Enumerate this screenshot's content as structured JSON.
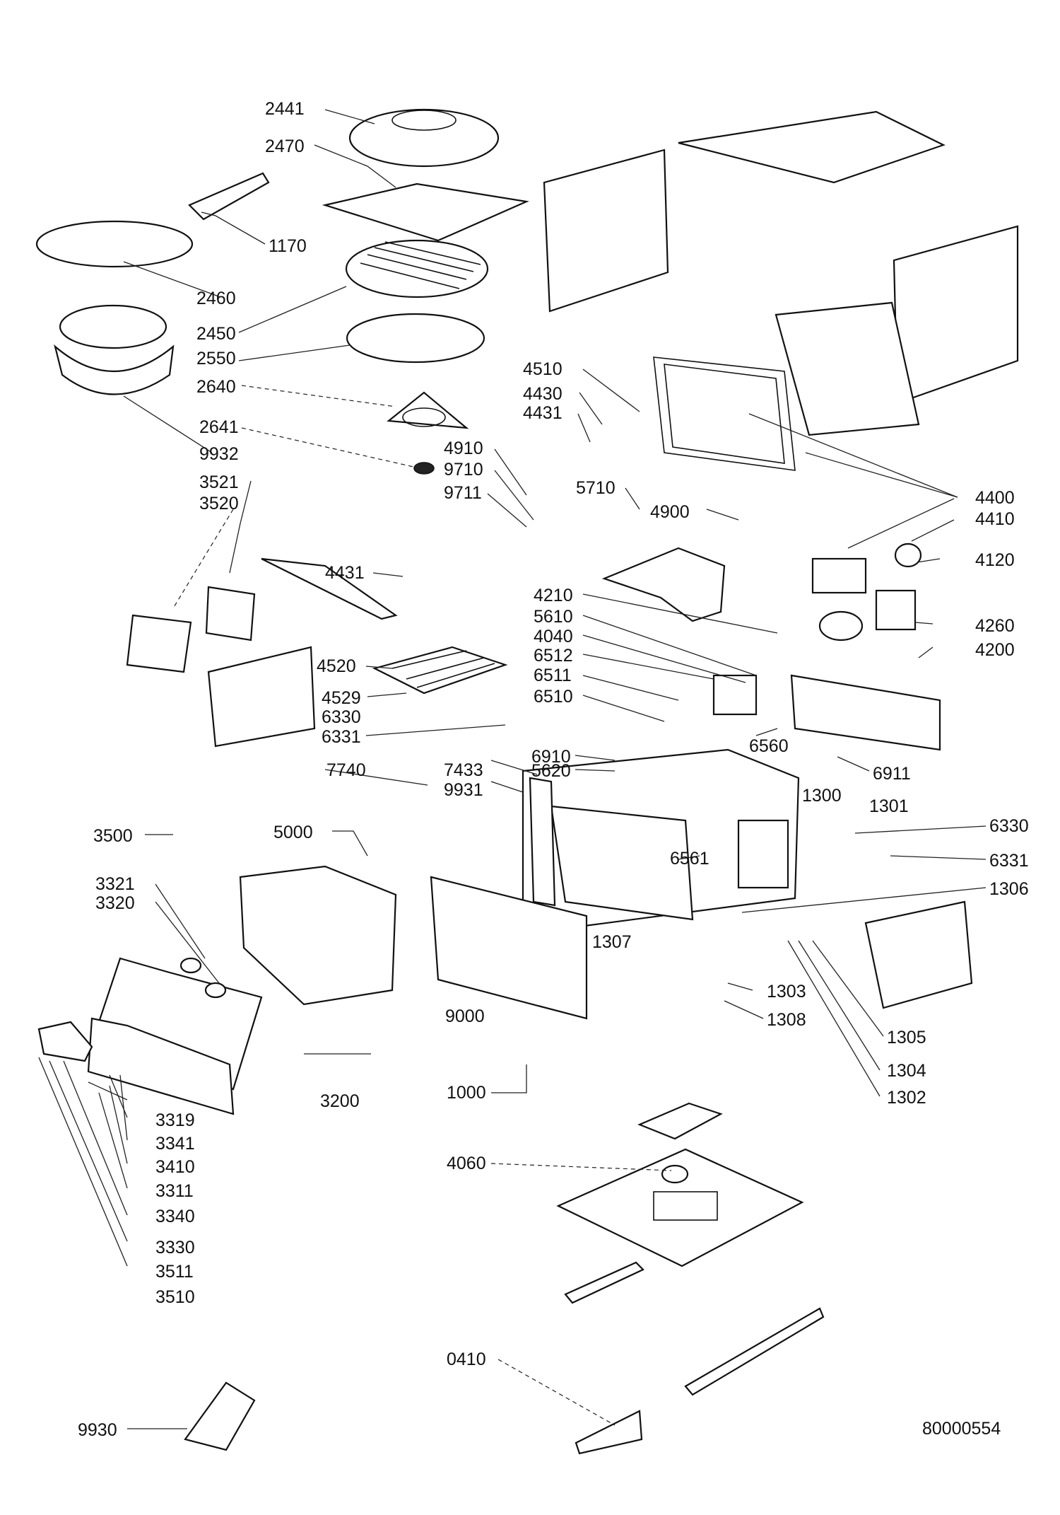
{
  "diagram_id": "80000554",
  "labels": [
    {
      "id": "2441",
      "text": "2441"
    },
    {
      "id": "2470",
      "text": "2470"
    },
    {
      "id": "1170",
      "text": "1170"
    },
    {
      "id": "2460",
      "text": "2460"
    },
    {
      "id": "2450",
      "text": "2450"
    },
    {
      "id": "2550",
      "text": "2550"
    },
    {
      "id": "2640",
      "text": "2640"
    },
    {
      "id": "2641",
      "text": "2641"
    },
    {
      "id": "9932",
      "text": "9932"
    },
    {
      "id": "3521",
      "text": "3521"
    },
    {
      "id": "3520",
      "text": "3520"
    },
    {
      "id": "4431a",
      "text": "4431"
    },
    {
      "id": "4520",
      "text": "4520"
    },
    {
      "id": "4529",
      "text": "4529"
    },
    {
      "id": "6330a",
      "text": "6330"
    },
    {
      "id": "6331a",
      "text": "6331"
    },
    {
      "id": "7740",
      "text": "7740"
    },
    {
      "id": "5000",
      "text": "5000"
    },
    {
      "id": "3500",
      "text": "3500"
    },
    {
      "id": "3321",
      "text": "3321"
    },
    {
      "id": "3320",
      "text": "3320"
    },
    {
      "id": "3200",
      "text": "3200"
    },
    {
      "id": "3319",
      "text": "3319"
    },
    {
      "id": "3341",
      "text": "3341"
    },
    {
      "id": "3410",
      "text": "3410"
    },
    {
      "id": "3311",
      "text": "3311"
    },
    {
      "id": "3340",
      "text": "3340"
    },
    {
      "id": "3330",
      "text": "3330"
    },
    {
      "id": "3511",
      "text": "3511"
    },
    {
      "id": "3510",
      "text": "3510"
    },
    {
      "id": "9930",
      "text": "9930"
    },
    {
      "id": "4510",
      "text": "4510"
    },
    {
      "id": "4430",
      "text": "4430"
    },
    {
      "id": "4431b",
      "text": "4431"
    },
    {
      "id": "4910",
      "text": "4910"
    },
    {
      "id": "9710",
      "text": "9710"
    },
    {
      "id": "9711",
      "text": "9711"
    },
    {
      "id": "5710",
      "text": "5710"
    },
    {
      "id": "4900",
      "text": "4900"
    },
    {
      "id": "4400",
      "text": "4400"
    },
    {
      "id": "4410",
      "text": "4410"
    },
    {
      "id": "4120",
      "text": "4120"
    },
    {
      "id": "4210",
      "text": "4210"
    },
    {
      "id": "5610",
      "text": "5610"
    },
    {
      "id": "4040",
      "text": "4040"
    },
    {
      "id": "6512",
      "text": "6512"
    },
    {
      "id": "6511",
      "text": "6511"
    },
    {
      "id": "6510",
      "text": "6510"
    },
    {
      "id": "4260",
      "text": "4260"
    },
    {
      "id": "4200",
      "text": "4200"
    },
    {
      "id": "6560",
      "text": "6560"
    },
    {
      "id": "6910",
      "text": "6910"
    },
    {
      "id": "5620",
      "text": "5620"
    },
    {
      "id": "7433",
      "text": "7433"
    },
    {
      "id": "9931",
      "text": "9931"
    },
    {
      "id": "6911",
      "text": "6911"
    },
    {
      "id": "1300",
      "text": "1300"
    },
    {
      "id": "1301",
      "text": "1301"
    },
    {
      "id": "6330b",
      "text": "6330"
    },
    {
      "id": "6331b",
      "text": "6331"
    },
    {
      "id": "1306",
      "text": "1306"
    },
    {
      "id": "6561",
      "text": "6561"
    },
    {
      "id": "1307",
      "text": "1307"
    },
    {
      "id": "9000",
      "text": "9000"
    },
    {
      "id": "1303",
      "text": "1303"
    },
    {
      "id": "1308",
      "text": "1308"
    },
    {
      "id": "1305",
      "text": "1305"
    },
    {
      "id": "1304",
      "text": "1304"
    },
    {
      "id": "1302",
      "text": "1302"
    },
    {
      "id": "1000",
      "text": "1000"
    },
    {
      "id": "4060",
      "text": "4060"
    },
    {
      "id": "0410",
      "text": "0410"
    },
    {
      "id": "80000554",
      "text": "80000554"
    }
  ]
}
